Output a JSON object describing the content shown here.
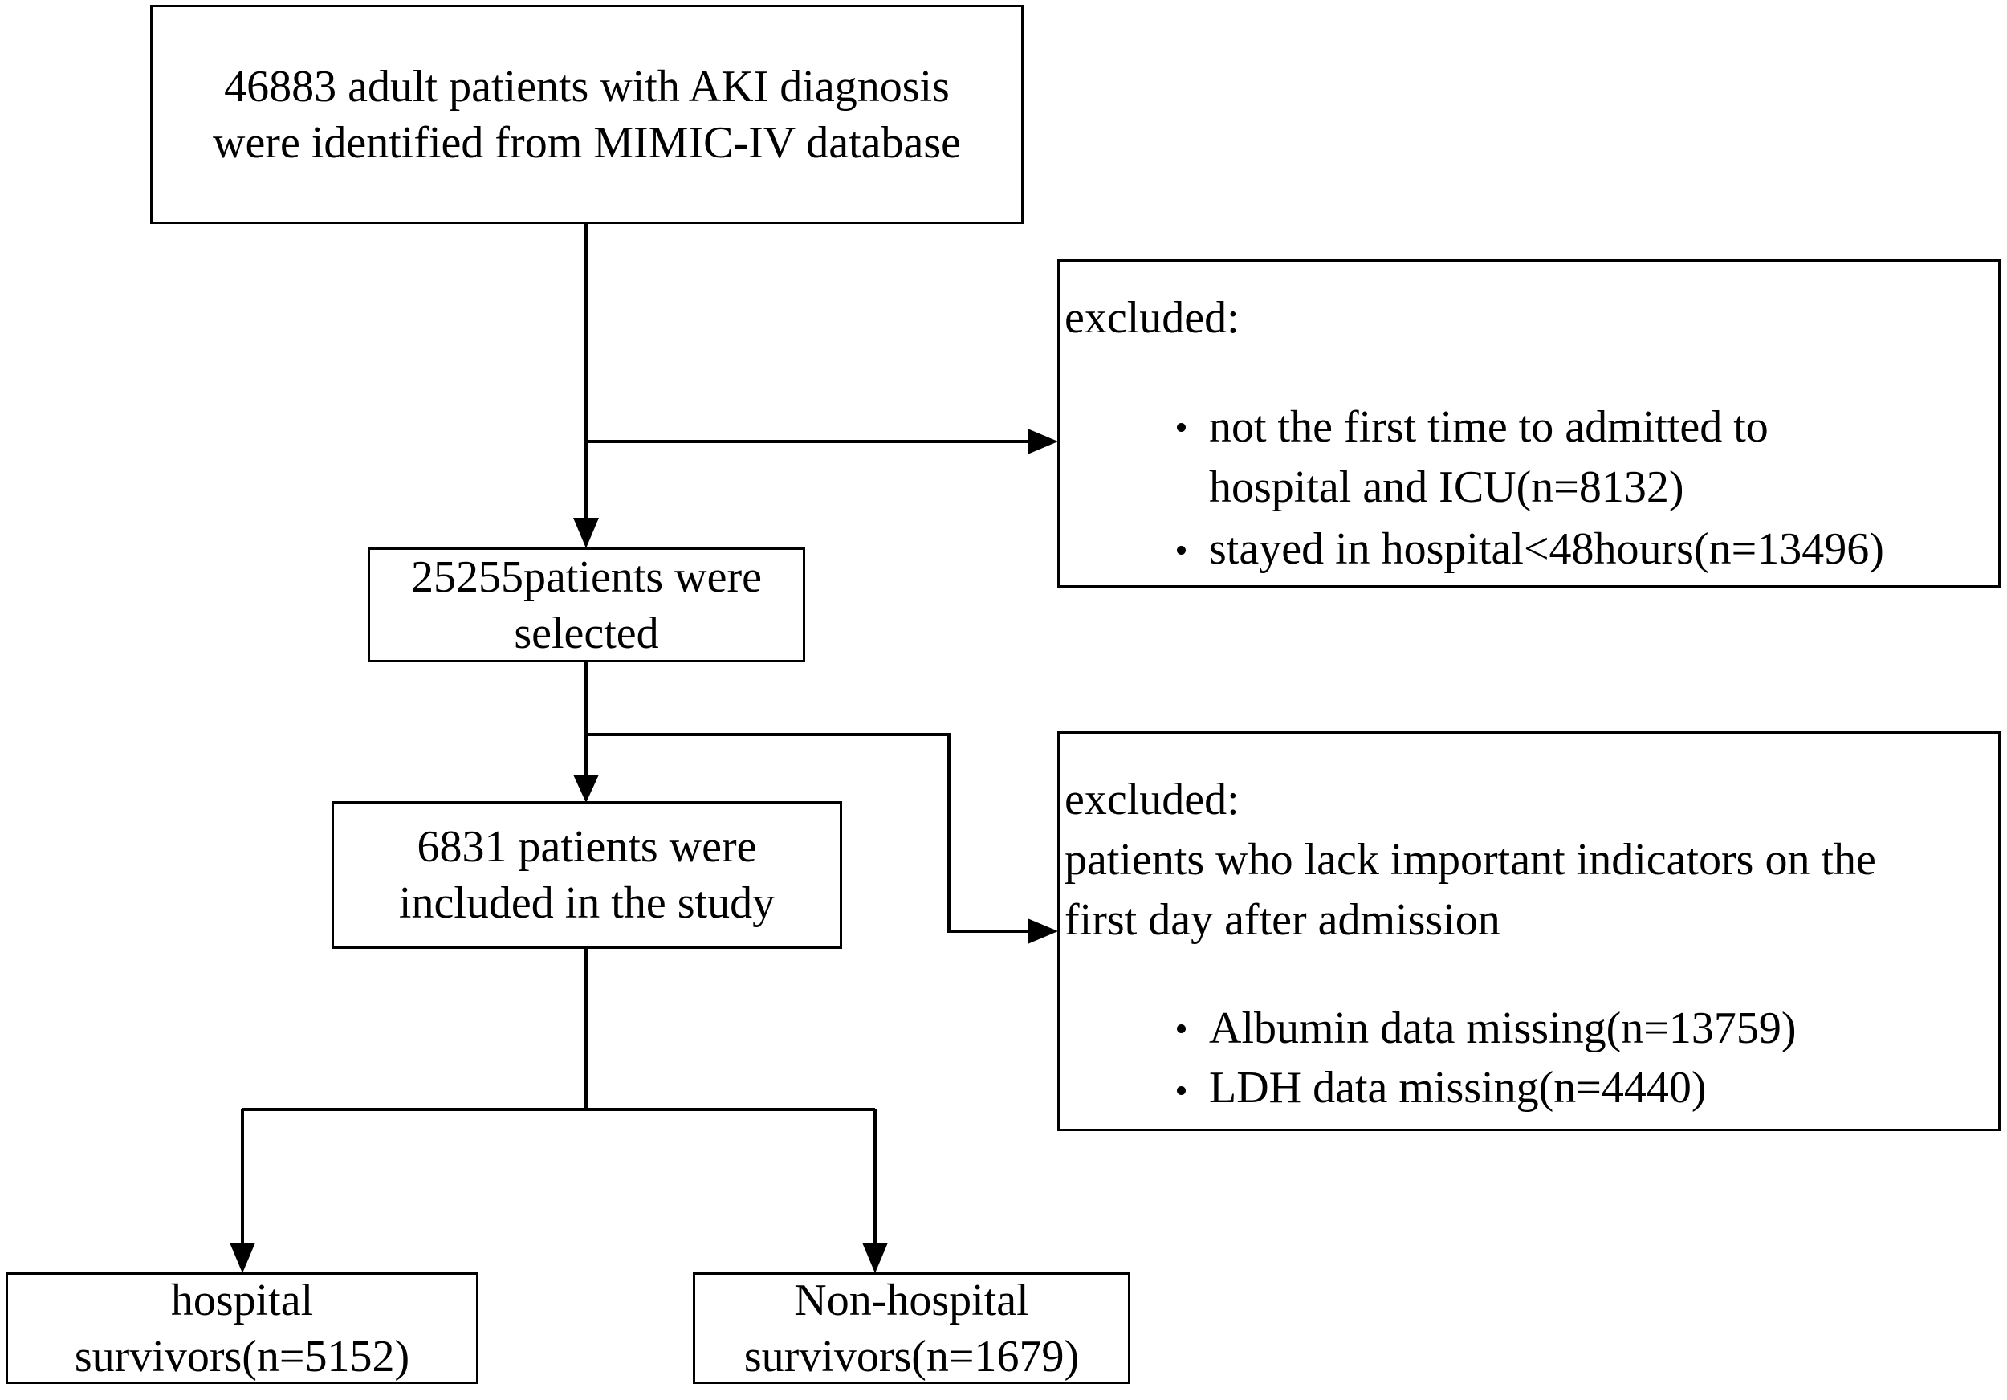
{
  "start": {
    "line1": "46883 adult patients with AKI diagnosis",
    "line2": "were identified from MIMIC-IV database"
  },
  "exclusion1": {
    "title": "excluded:",
    "items": [
      {
        "line1": "not the first time to admitted to",
        "line2": "hospital and ICU(n=8132)"
      },
      {
        "line1": "stayed in hospital<48hours(n=13496)"
      }
    ]
  },
  "selected": {
    "line1": "25255patients were",
    "line2": "selected"
  },
  "exclusion2": {
    "title": "excluded:",
    "description_line1": "patients who lack important indicators on the",
    "description_line2": "first day after admission",
    "items": [
      {
        "line1": "Albumin data missing(n=13759)"
      },
      {
        "line1": "LDH data missing(n=4440)"
      }
    ]
  },
  "included": {
    "line1": "6831 patients were",
    "line2": "included in the study"
  },
  "survivors": {
    "line1": "hospital",
    "line2": "survivors(n=5152)"
  },
  "non_survivors": {
    "line1": "Non-hospital",
    "line2": "survivors(n=1679)"
  }
}
